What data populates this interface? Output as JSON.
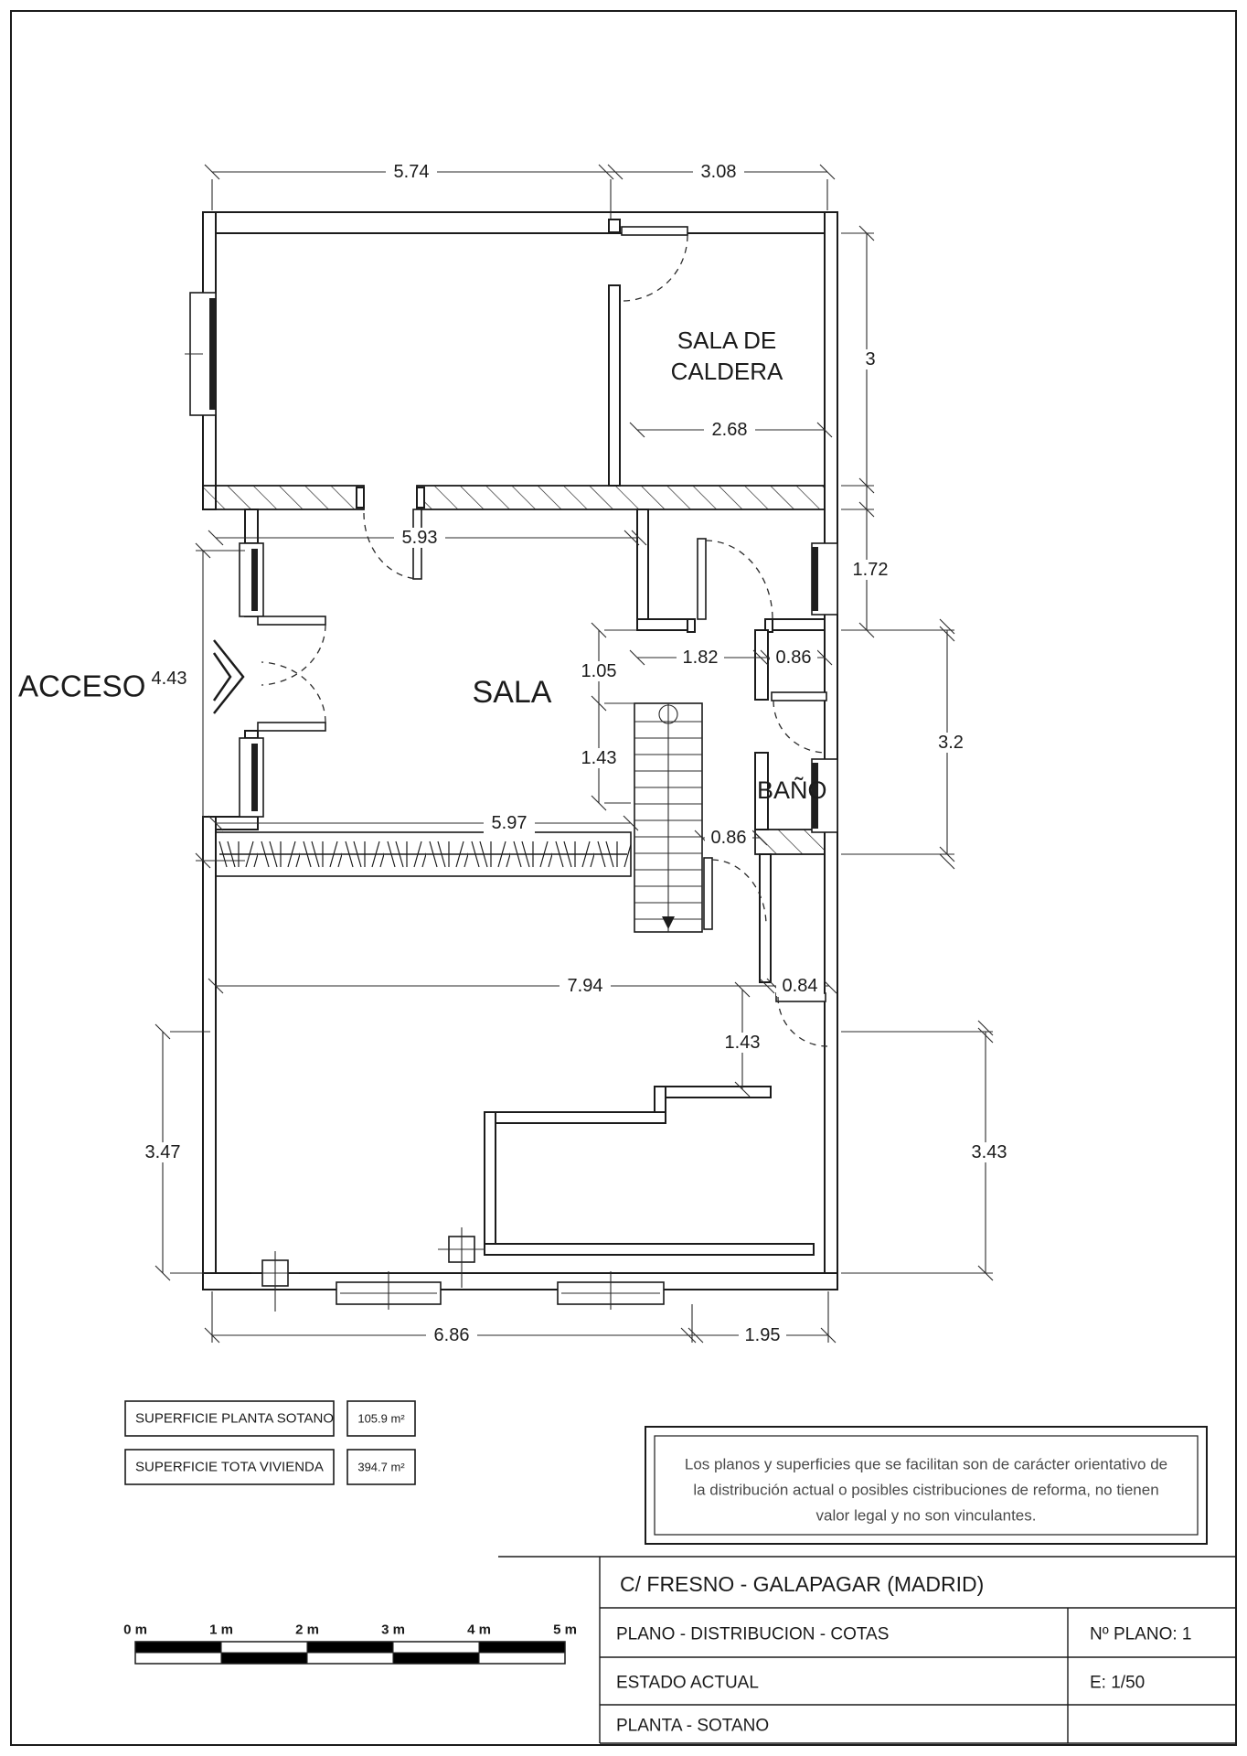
{
  "sheet": {
    "rooms": {
      "caldera_line1": "SALA DE",
      "caldera_line2": "CALDERA",
      "sala": "SALA",
      "bano": "BAÑO",
      "acceso": "ACCESO"
    },
    "dims": {
      "top_left": "5.74",
      "top_right": "3.08",
      "caldera_height": "3",
      "vest_width": "2.68",
      "sala_width": "5.93",
      "vest_height": "1.72",
      "acceso_height": "4.43",
      "hall_width": "1.82",
      "nook_width": "0.86",
      "gap_stairs": "1.05",
      "stairs_top": "1.43",
      "bano_zone": "3.2",
      "ramp_width": "5.97",
      "stairs_side": "0.86",
      "bottom_width": "7.94",
      "doorway": "0.84",
      "door_drop": "1.43",
      "room_left": "3.47",
      "room_right": "3.43",
      "bottom_left": "6.86",
      "bottom_right": "1.95"
    },
    "area_table": [
      {
        "label": "SUPERFICIE PLANTA SOTANO",
        "value": "105.9 m²"
      },
      {
        "label": "SUPERFICIE TOTA VIVIENDA",
        "value": "394.7 m²"
      }
    ],
    "disclaimer": [
      "Los planos y superficies que se facilitan son de carácter orientativo de",
      "la distribución actual o posibles cistribuciones de reforma, no tienen",
      "valor legal y no son vinculantes."
    ],
    "title_block": {
      "address": "C/ FRESNO - GALAPAGAR (MADRID)",
      "plan_label": "PLANO - DISTRIBUCION - COTAS",
      "plan_number": "Nº PLANO: 1",
      "estado": "ESTADO ACTUAL",
      "escala": "E: 1/50",
      "planta": "PLANTA - SOTANO"
    },
    "scale_bar": [
      "0 m",
      "1 m",
      "2 m",
      "3 m",
      "4 m",
      "5 m"
    ]
  }
}
